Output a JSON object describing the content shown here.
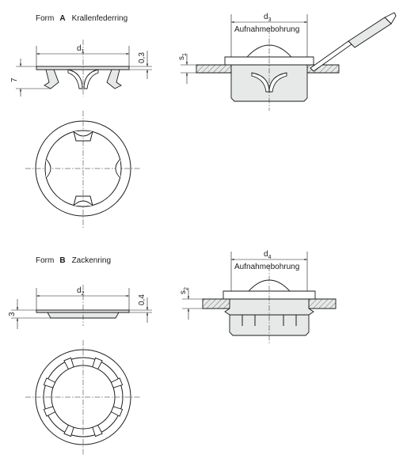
{
  "form_a": {
    "prefix": "Form",
    "letter": "A",
    "name": "Krallenfederring",
    "dim_d1": "d",
    "dim_d1_sub": "1",
    "dim_height": "7",
    "dim_thickness": "0,3"
  },
  "form_b": {
    "prefix": "Form",
    "letter": "B",
    "name": "Zackenring",
    "dim_d2": "d",
    "dim_d2_sub": "2",
    "dim_height": "3",
    "dim_thickness": "0,4"
  },
  "install_a": {
    "dim_d3": "d",
    "dim_d3_sub": "3",
    "bore_label": "Aufnahmebohrung",
    "dim_s1": "s",
    "dim_s1_sub": "1"
  },
  "install_b": {
    "dim_d4": "d",
    "dim_d4_sub": "4",
    "bore_label": "Aufnahmebohrung",
    "dim_s2": "s",
    "dim_s2_sub": "2"
  },
  "colors": {
    "line": "#1a1a1a",
    "part_fill": "#e7e8e8",
    "background": "#ffffff"
  }
}
